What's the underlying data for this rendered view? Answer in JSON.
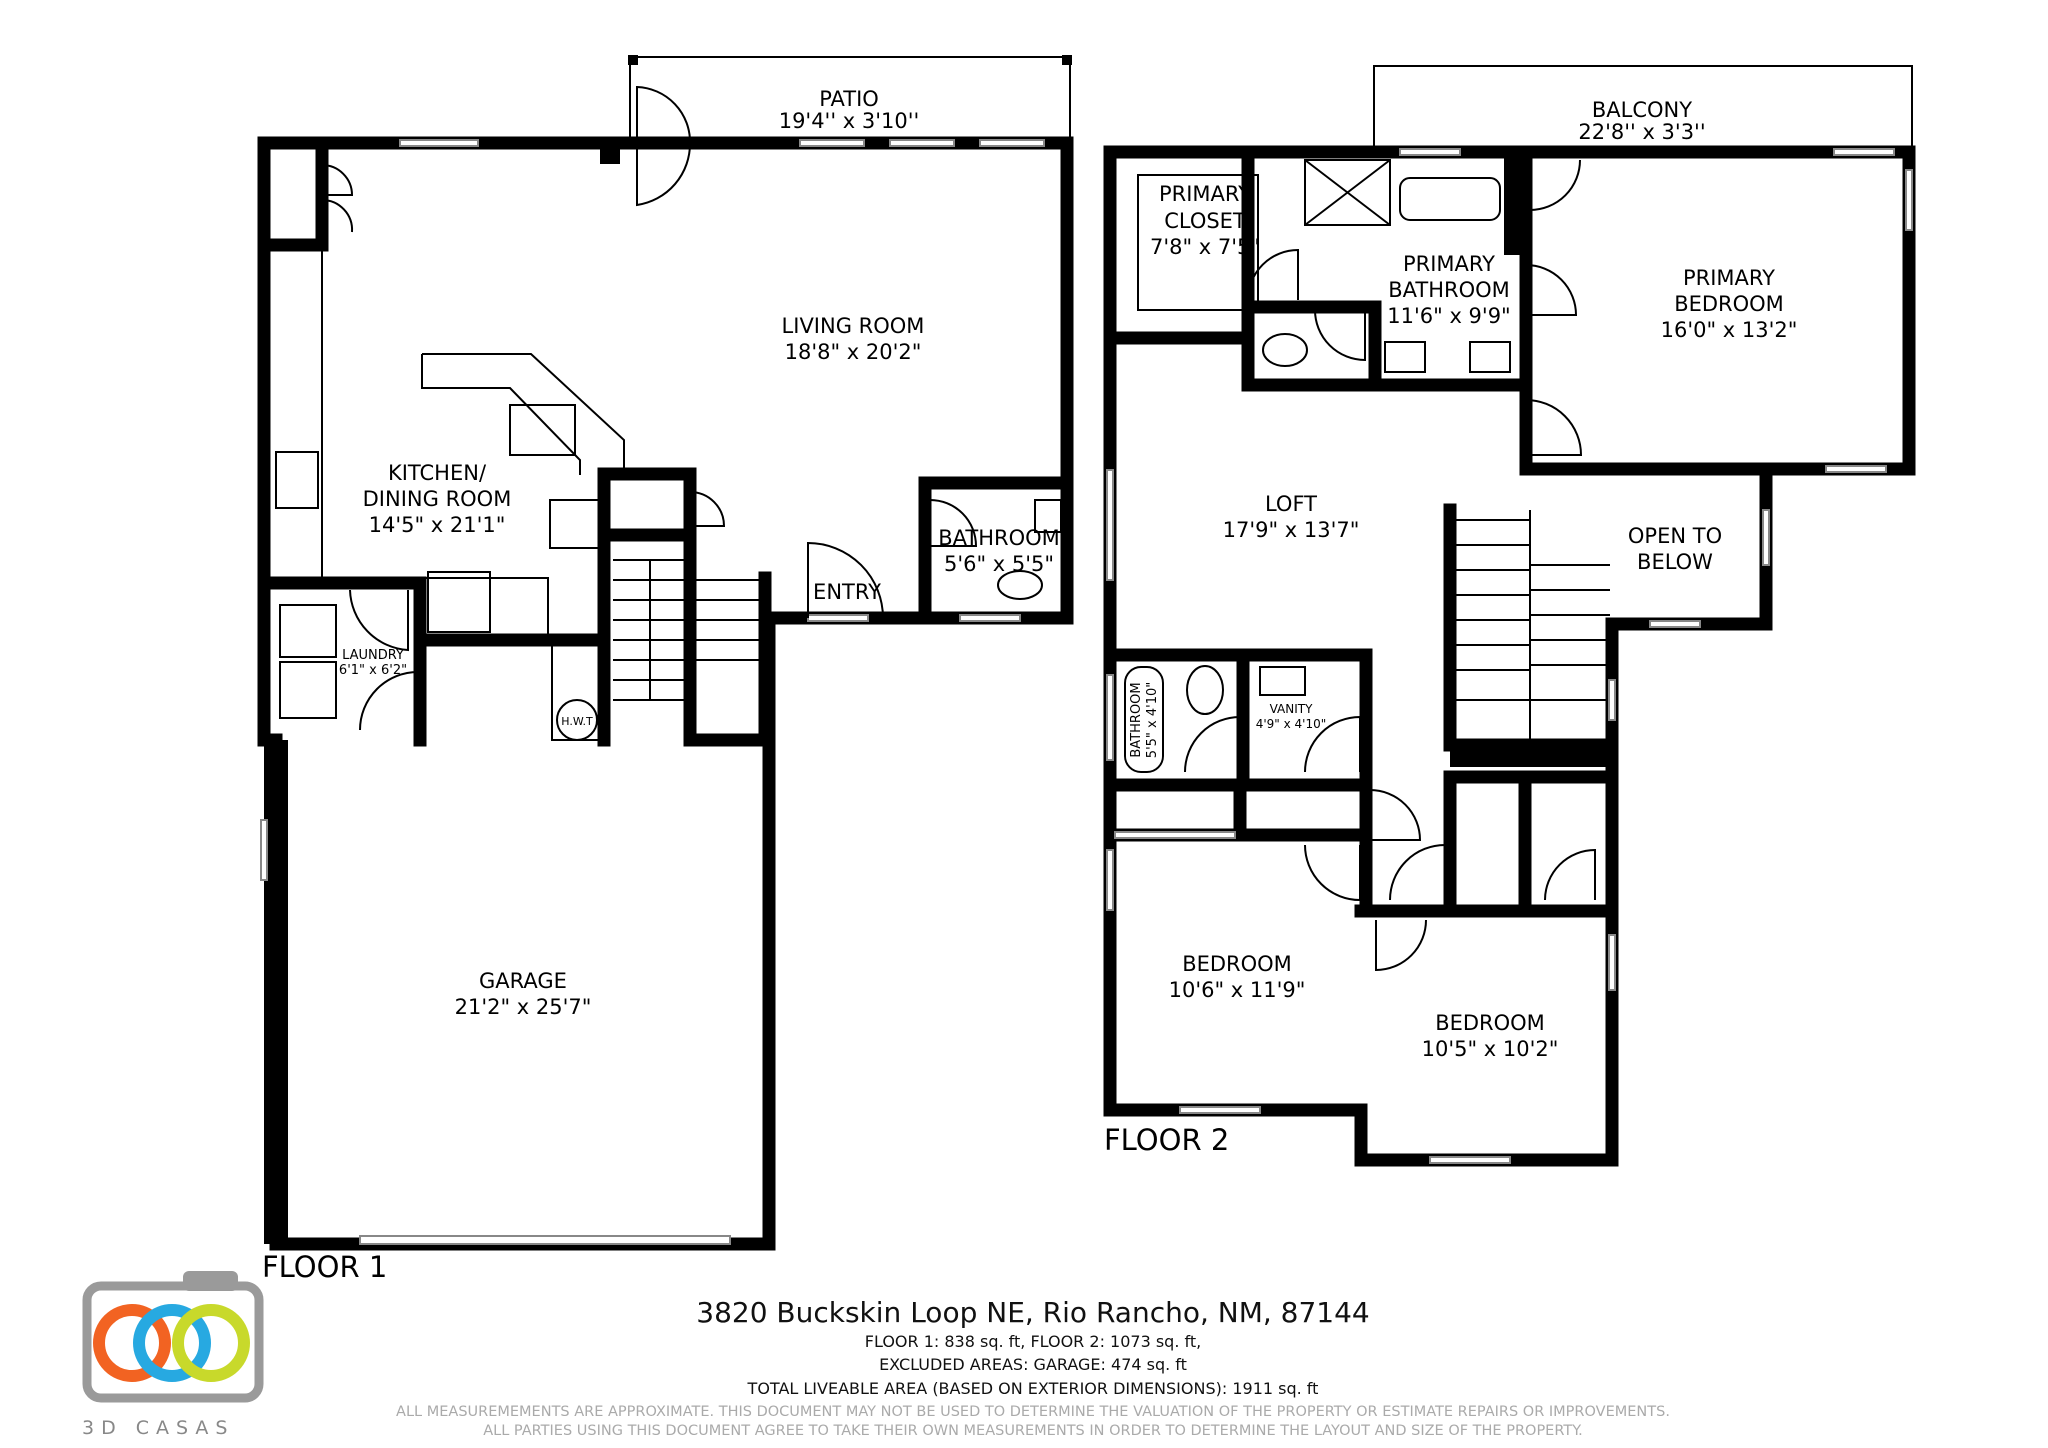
{
  "floor1": {
    "title": "FLOOR 1",
    "rooms": {
      "patio": {
        "name": "PATIO",
        "dim": "19'4'' x 3'10''"
      },
      "living": {
        "name": "LIVING ROOM",
        "dim": "18'8\" x 20'2\""
      },
      "kitchen": {
        "name1": "KITCHEN/",
        "name2": "DINING ROOM",
        "dim": "14'5\" x 21'1\""
      },
      "laundry": {
        "name": "LAUNDRY",
        "dim": "6'1\" x 6'2\""
      },
      "bathroom": {
        "name": "BATHROOM",
        "dim": "5'6\" x 5'5\""
      },
      "entry": {
        "name": "ENTRY"
      },
      "hwt": {
        "name": "H.W.T"
      },
      "garage": {
        "name": "GARAGE",
        "dim": "21'2\" x 25'7\""
      }
    }
  },
  "floor2": {
    "title": "FLOOR 2",
    "rooms": {
      "balcony": {
        "name": "BALCONY",
        "dim": "22'8'' x 3'3''"
      },
      "primary_closet": {
        "name1": "PRIMARY",
        "name2": "CLOSET",
        "dim": "7'8\" x 7'5\""
      },
      "primary_bathroom": {
        "name1": "PRIMARY",
        "name2": "BATHROOM",
        "dim": "11'6\" x 9'9\""
      },
      "primary_bedroom": {
        "name1": "PRIMARY",
        "name2": "BEDROOM",
        "dim": "16'0\" x 13'2\""
      },
      "loft": {
        "name": "LOFT",
        "dim": "17'9\" x 13'7\""
      },
      "open_below": {
        "name1": "OPEN TO",
        "name2": "BELOW"
      },
      "bathroom": {
        "name": "BATHROOM",
        "dim": "5'5\" x 4'10\""
      },
      "vanity": {
        "name": "VANITY",
        "dim": "4'9\" x 4'10\""
      },
      "bedroom1": {
        "name": "BEDROOM",
        "dim": "10'6\" x 11'9\""
      },
      "bedroom2": {
        "name": "BEDROOM",
        "dim": "10'5\" x 10'2\""
      }
    }
  },
  "footer": {
    "address": "3820 Buckskin Loop NE, Rio Rancho, NM, 87144",
    "line1": "FLOOR 1: 838 sq. ft, FLOOR 2: 1073 sq. ft,",
    "line2": "EXCLUDED AREAS: GARAGE: 474 sq. ft",
    "line3": "TOTAL LIVEABLE AREA (BASED ON EXTERIOR DIMENSIONS): 1911 sq. ft",
    "disclaimer1": "ALL MEASUREMEMENTS ARE APPROXIMATE. THIS DOCUMENT MAY NOT BE USED TO DETERMINE THE VALUATION OF THE PROPERTY OR ESTIMATE REPAIRS OR IMPROVEMENTS.",
    "disclaimer2": "ALL PARTIES USING THIS DOCUMENT AGREE TO TAKE THEIR OWN MEASUREMENTS IN ORDER TO DETERMINE THE LAYOUT AND SIZE OF THE PROPERTY."
  },
  "logo": {
    "brand": "3D CASAS",
    "colors": {
      "orange": "#f26322",
      "blue": "#27a9e1",
      "green": "#c8d92b",
      "body": "#9a9a9a"
    }
  }
}
